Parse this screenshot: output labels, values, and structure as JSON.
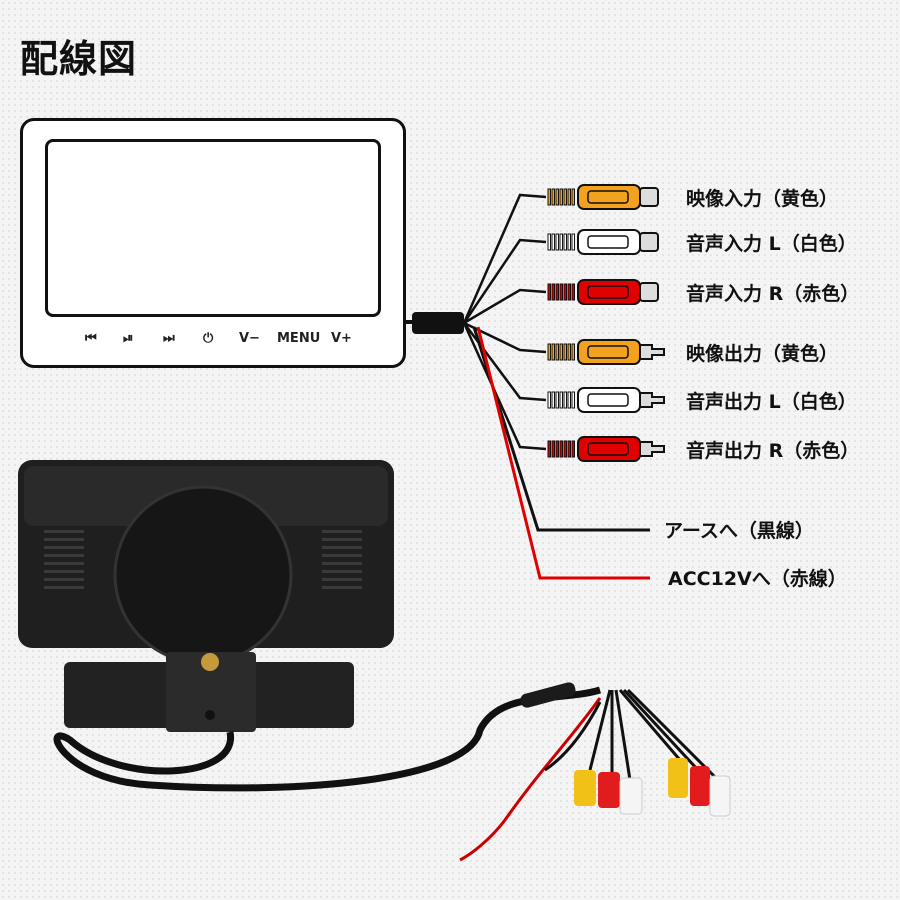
{
  "title": "配線図",
  "monitor": {
    "controls": [
      "⏮",
      "⏯",
      "⏭",
      "⏻",
      "V−",
      "MENU",
      "V+"
    ]
  },
  "connectors": [
    {
      "label": "映像入力（黄色）",
      "color": "#f3a21f",
      "kind": "input"
    },
    {
      "label": "音声入力 L（白色）",
      "color": "#ffffff",
      "kind": "input"
    },
    {
      "label": "音声入力 R（赤色）",
      "color": "#e00000",
      "kind": "input"
    },
    {
      "label": "映像出力（黄色）",
      "color": "#f3a21f",
      "kind": "output"
    },
    {
      "label": "音声出力 L（白色）",
      "color": "#ffffff",
      "kind": "output"
    },
    {
      "label": "音声出力 R（赤色）",
      "color": "#e00000",
      "kind": "output"
    }
  ],
  "wires": [
    {
      "label": "アースへ（黒線）",
      "color": "#111111"
    },
    {
      "label": "ACC12Vへ（赤線）",
      "color": "#e00000"
    }
  ]
}
